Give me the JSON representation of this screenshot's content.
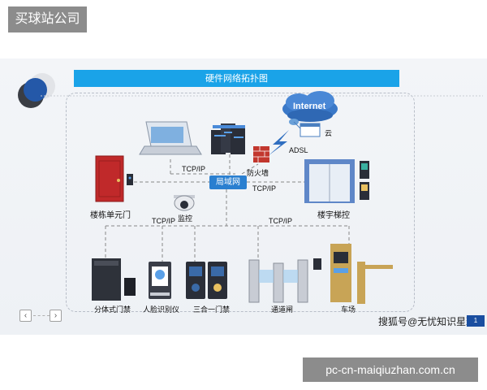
{
  "site_badge": "买球站公司",
  "slide_title": "硬件网络拓扑图",
  "diagram": {
    "internet": "Internet",
    "cloud": "云",
    "adsl": "ADSL",
    "firewall": "防火墙",
    "tcpip": "TCP/IP",
    "lan": "局域网",
    "building_door": "楼栋单元门",
    "elevator": "楼宇梯控",
    "camera": "监控",
    "split_access": "分体式门禁",
    "face_recognition": "人脸识别仪",
    "three_in_one": "三合一门禁",
    "turnstile": "通道闸",
    "parking": "车场"
  },
  "watermark": {
    "text": "搜狐号@无忧知识星球",
    "badge": "1"
  },
  "pager": {
    "prev": "‹",
    "next": "›"
  },
  "url_badge": "pc-cn-maiqiuzhan.com.cn",
  "colors": {
    "title_bar": "#1aa3e8",
    "lan_box": "#2a7fd0",
    "door": "#c0292a",
    "elevator_frame": "#5f87c8",
    "gate_gold": "#c8a456"
  }
}
